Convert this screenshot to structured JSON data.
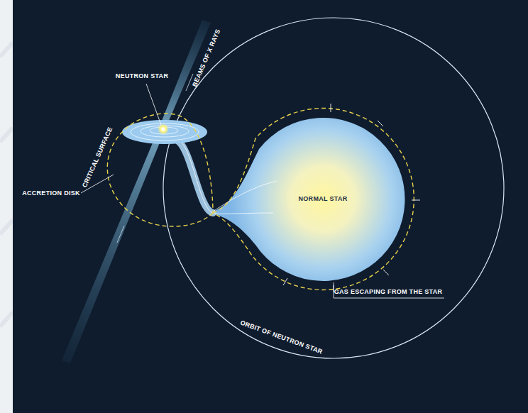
{
  "diagram": {
    "nodes": [
      {
        "text": [
          "NORMAL STAR"
        ]
      }
    ],
    "labels": [
      "NEUTRON STAR",
      "BEAMS OF X RAYS",
      "CRITICAL SURFACE",
      "ACCRETION DISK",
      "GAS ESCAPING FROM THE STAR",
      "ORBIT OF NEUTRON STAR"
    ]
  }
}
